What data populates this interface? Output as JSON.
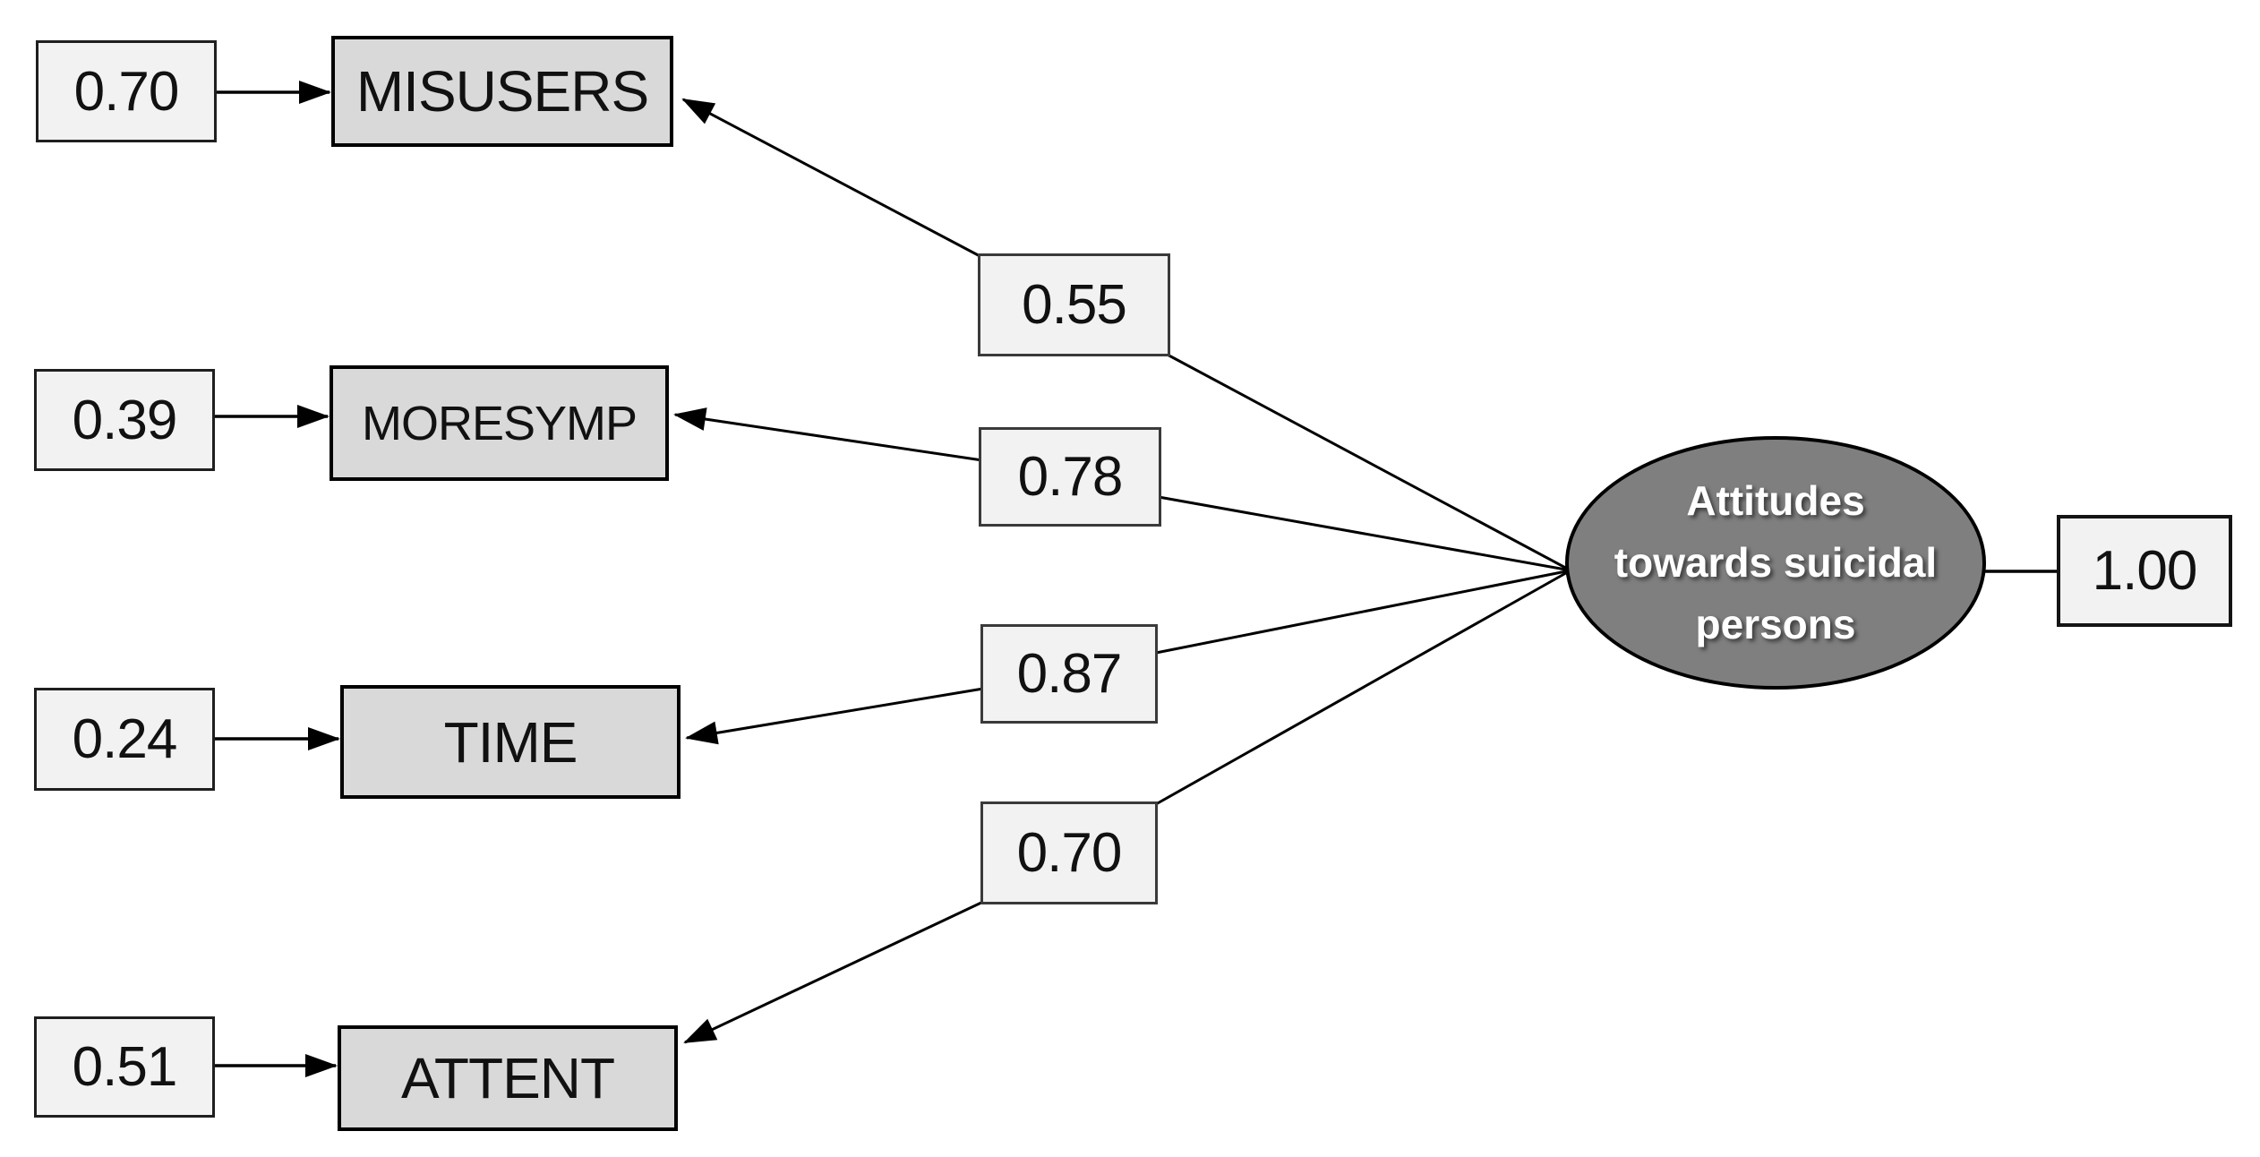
{
  "diagram": {
    "type": "sem-path-diagram",
    "latent": {
      "label_lines": [
        "Attitudes",
        "towards suicidal",
        "persons"
      ],
      "variance": "1.00"
    },
    "indicators": [
      {
        "name": "MISUSERS",
        "loading": "0.55",
        "error": "0.70"
      },
      {
        "name": "MORESYMP",
        "loading": "0.78",
        "error": "0.39"
      },
      {
        "name": "TIME",
        "loading": "0.87",
        "error": "0.24"
      },
      {
        "name": "ATTENT",
        "loading": "0.70",
        "error": "0.51"
      }
    ],
    "colors": {
      "observed_fill": "#d9d9d9",
      "value_fill": "#f2f2f2",
      "latent_fill": "#7f7f7f",
      "line_color": "#000000",
      "text_color": "#111111",
      "latent_text_color": "#ffffff"
    }
  }
}
